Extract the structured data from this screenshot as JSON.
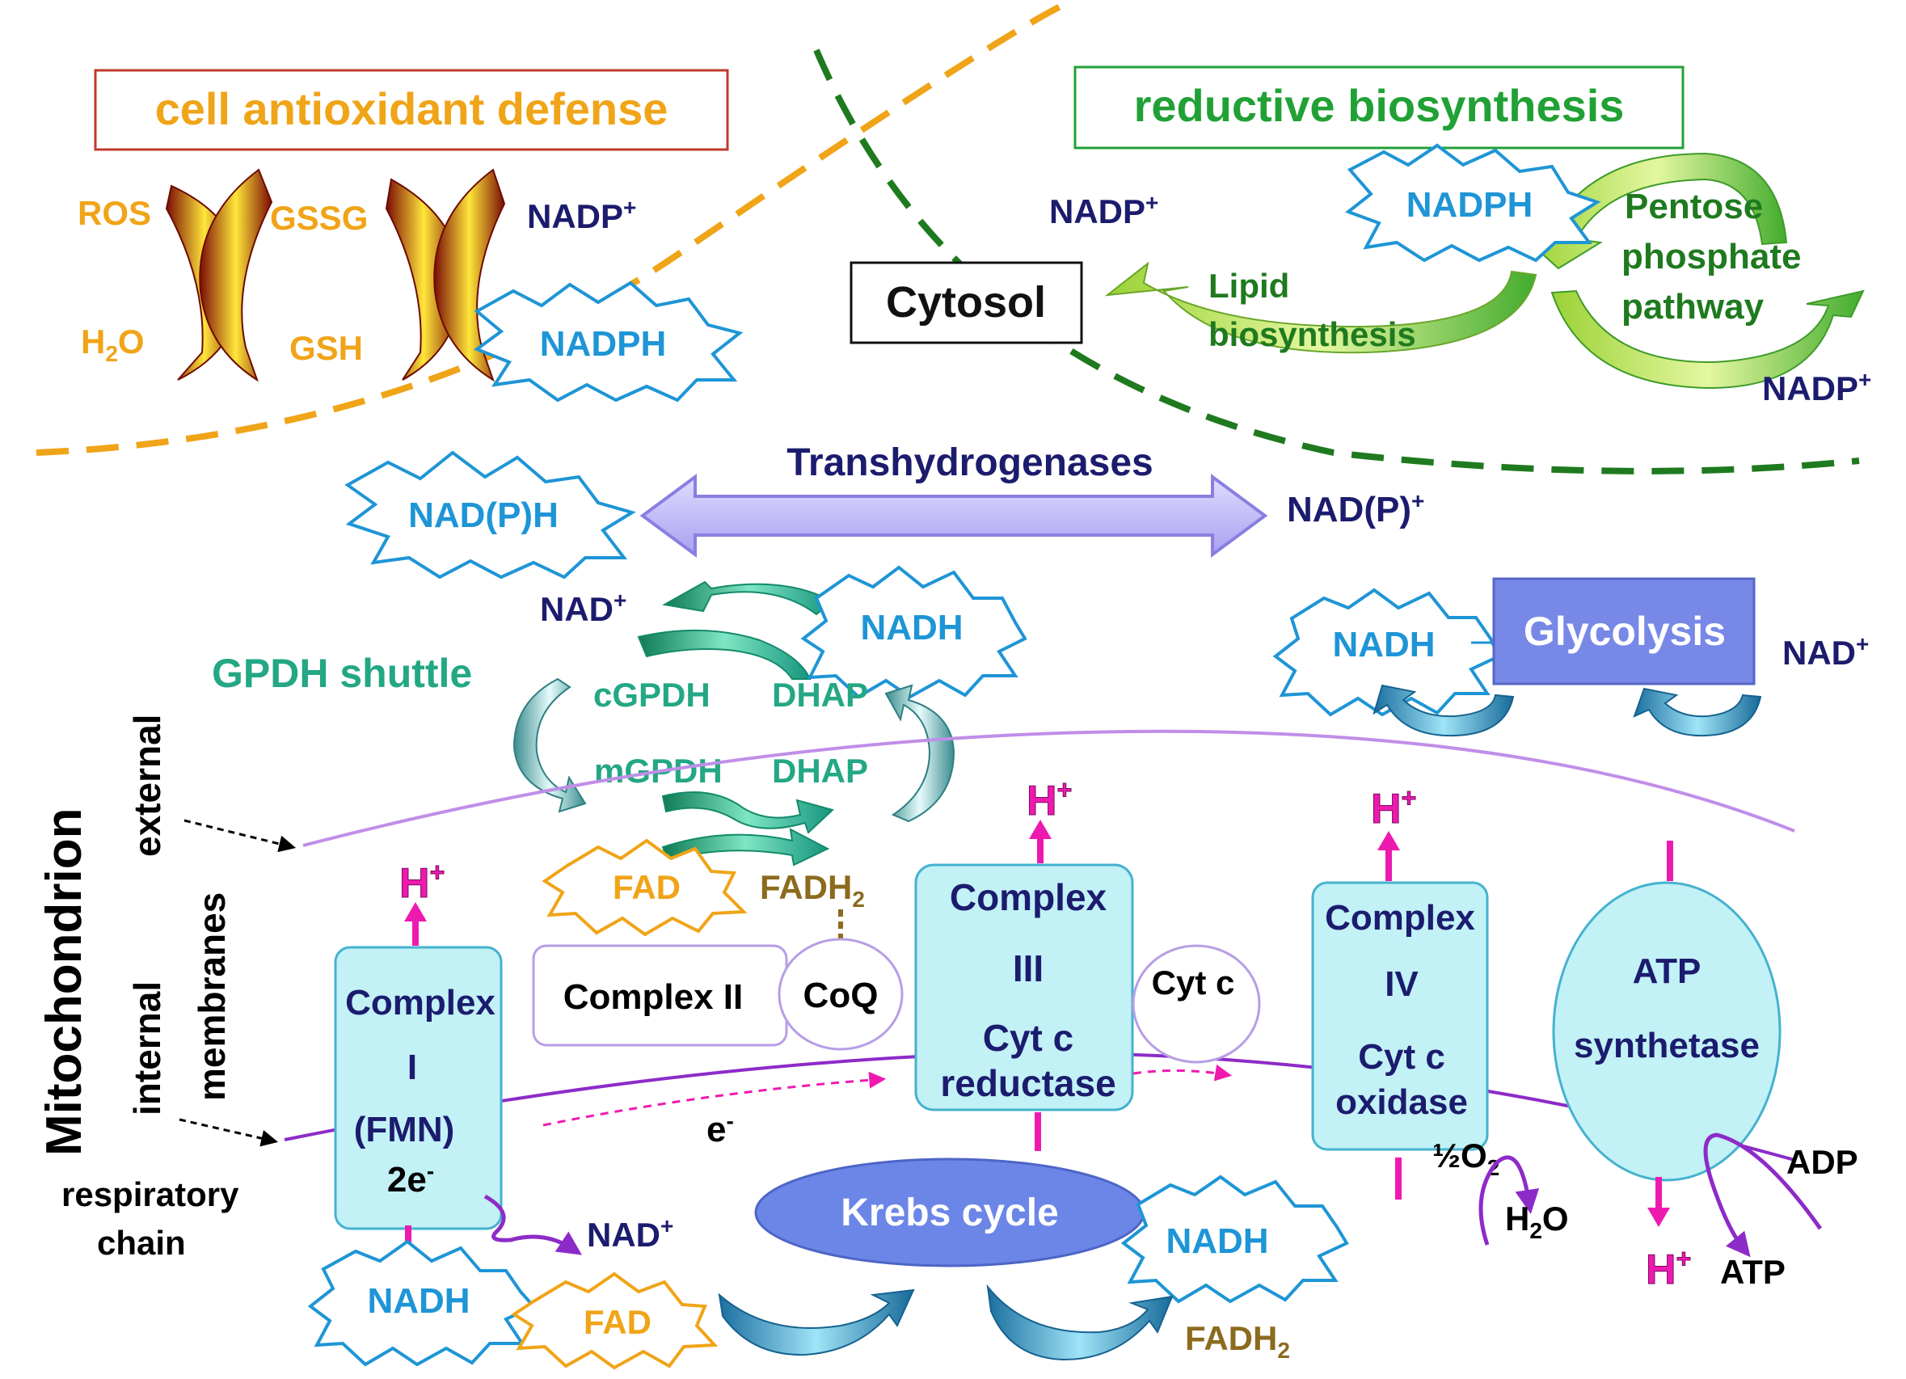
{
  "colors": {
    "orange": "#f0a418",
    "navy": "#1c1c6e",
    "cyan": "#1e95d6",
    "green": "#21a135",
    "teal": "#23a784",
    "darkgreen": "#1f7a1f",
    "brown": "#8c6a1e",
    "magenta": "#ee1ab0",
    "purple": "#8d2bc8",
    "boxFill": "#c2f1f6",
    "boxStroke": "#45b2cf",
    "krebs": "#6b86e6",
    "glycolysis": "#7788e6"
  },
  "labels": {
    "cell_antioxidant_defense": "cell antioxidant defense",
    "reductive_biosynthesis": "reductive biosynthesis",
    "cytosol": "Cytosol",
    "ros": "ROS",
    "gssg": "GSSG",
    "h2o_1": "H",
    "h2o_1_sub": "2",
    "h2o_1_end": "O",
    "gsh": "GSH",
    "nadp_plus_1": "NADP",
    "nadp_plus_2": "NADP",
    "nadp_plus_3": "NADP",
    "plus": "+",
    "nadph_1": "NADPH",
    "nadph_2": "NADPH",
    "lipid_biosynthesis_1": "Lipid",
    "lipid_biosynthesis_2": "biosynthesis",
    "pentose_1": "Pentose",
    "pentose_2": "phosphate",
    "pentose_3": "pathway",
    "transhydrogenases": "Transhydrogenases",
    "nadph_paren": "NAD(P)H",
    "nadp_paren": "NAD(P)",
    "nad_plus_1": "NAD",
    "nad_plus_2": "NAD",
    "nad_plus_3": "NAD",
    "nadh_1": "NADH",
    "nadh_2": "NADH",
    "nadh_3": "NADH",
    "nadh_4": "NADH",
    "glycolysis": "Glycolysis",
    "gpdh_shuttle": "GPDH shuttle",
    "cgpdh": "cGPDH",
    "dhap_1": "DHAP",
    "mgpdh": "mGPDH",
    "dhap_2": "DHAP",
    "mitochondrion": "Mitochondrion",
    "external": "external",
    "membranes": "membranes",
    "internal": "internal",
    "respiratory_1": "respiratory",
    "respiratory_2": "chain",
    "h": "H",
    "fad_1": "FAD",
    "fad_2": "FAD",
    "fadh": "FADH",
    "fadh_sub": "2",
    "coq": "CoQ",
    "complex_ii": "Complex  II",
    "complex_i_1": "Complex",
    "complex_i_2": "I",
    "complex_i_3": "(FMN)",
    "complex_i_4": "2e",
    "minus": "-",
    "complex_iii_1": "Complex",
    "complex_iii_2": "III",
    "complex_iii_3": "Cyt c",
    "complex_iii_4": "reductase",
    "cyt_c": "Cyt c",
    "complex_iv_1": "Complex",
    "complex_iv_2": "IV",
    "complex_iv_3": "Cyt c",
    "complex_iv_4": "oxidase",
    "atp_1": "ATP",
    "atp_2": "synthetase",
    "e_minus": "e",
    "krebs_cycle": "Krebs cycle",
    "half_o2": "½O",
    "o2_sub": "2",
    "h2o_2": "H",
    "h2o_2_sub": "2",
    "h2o_2_end": "O",
    "adp": "ADP",
    "atp_out": "ATP"
  }
}
